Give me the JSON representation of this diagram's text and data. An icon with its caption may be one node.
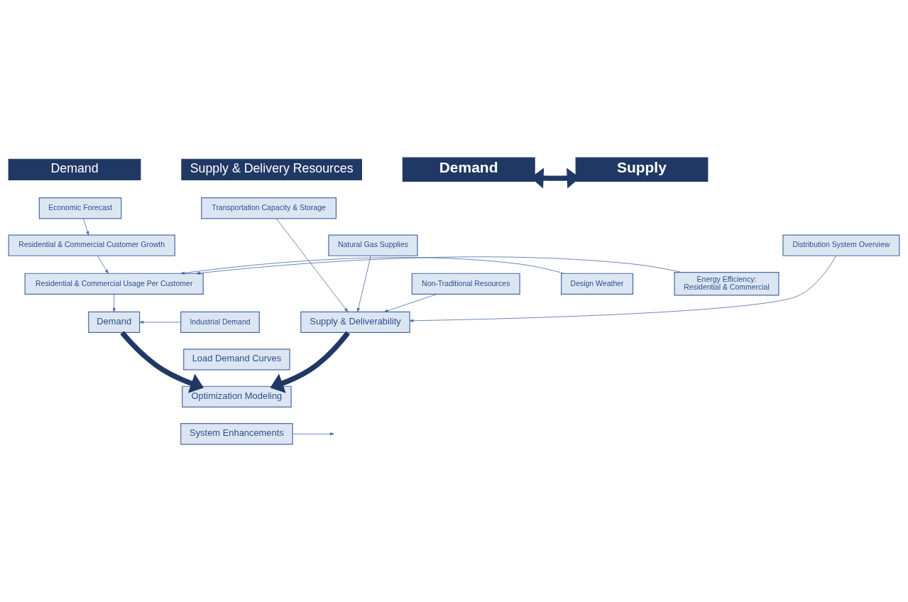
{
  "diagram": {
    "nodes": [
      {
        "text": [
          "Demand"
        ]
      },
      {
        "text": [
          "Supply & Delivery Resources"
        ]
      },
      {
        "text": [
          "Economic Forecast"
        ]
      },
      {
        "text": [
          "Residential & Commercial Customer Growth"
        ]
      },
      {
        "text": [
          "Design Weather"
        ]
      },
      {
        "text": [
          "Residential & Commercial Usage Per Customer"
        ]
      },
      {
        "text": [
          "Transportation Capacity & Storage"
        ]
      },
      {
        "text": [
          "Natural Gas Supplies"
        ]
      },
      {
        "text": [
          "Distribution System Overview"
        ]
      },
      {
        "text": [
          "Non-Traditional Resources"
        ]
      },
      {
        "text": [
          "Energy Efficiency:",
          "Residential & Commercial"
        ]
      },
      {
        "text": [
          "Industrial Demand"
        ]
      },
      {
        "text": [
          "Demand"
        ]
      },
      {
        "text": [
          "Supply & Deliverability"
        ]
      },
      {
        "text": [
          "Load Demand Curves"
        ]
      },
      {
        "text": [
          "Optimization Modeling"
        ]
      },
      {
        "text": [
          "System Enhancements"
        ]
      },
      {
        "text": [
          "Demand"
        ]
      },
      {
        "text": [
          "Supply"
        ]
      }
    ],
    "edges": [
      {
        "from": 2,
        "to": 3,
        "arrow": "to"
      },
      {
        "from": 3,
        "to": 5,
        "arrow": "to"
      },
      {
        "from": 4,
        "to": 5,
        "arrow": "to"
      },
      {
        "from": 10,
        "to": 5,
        "arrow": "to"
      },
      {
        "from": 5,
        "to": 12,
        "arrow": "to"
      },
      {
        "from": 11,
        "to": 12,
        "arrow": "to"
      },
      {
        "from": 6,
        "to": 13,
        "arrow": "to"
      },
      {
        "from": 7,
        "to": 13,
        "arrow": "to"
      },
      {
        "from": 8,
        "to": 13,
        "arrow": "to"
      },
      {
        "from": 9,
        "to": 13,
        "arrow": "to"
      },
      {
        "from": 12,
        "to": 15,
        "arrow": "to",
        "style": "thick",
        "color": "#203864"
      },
      {
        "from": 13,
        "to": 15,
        "arrow": "to",
        "style": "thick",
        "color": "#203864"
      },
      {
        "from": 16,
        "to": null,
        "arrow": "to"
      },
      {
        "from": 17,
        "to": 18,
        "arrow": "both",
        "style": "thick",
        "color": "#203864"
      }
    ]
  }
}
